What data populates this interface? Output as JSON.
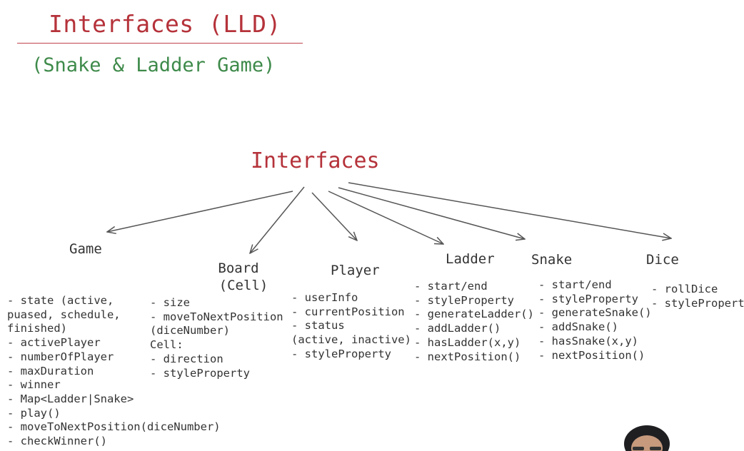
{
  "header": {
    "title": "Interfaces (LLD)",
    "subtitle": "(Snake & Ladder Game)"
  },
  "diagram": {
    "root": "Interfaces",
    "nodes": {
      "game": {
        "title": "Game",
        "items": [
          "- state (active,",
          "puased, schedule,",
          "finished)",
          "- activePlayer",
          "- numberOfPlayer",
          "- maxDuration",
          "- winner",
          "- Map<Ladder|Snake>",
          "- play()",
          "- moveToNextPosition(diceNumber)",
          "- checkWinner()"
        ]
      },
      "board": {
        "title": "Board",
        "subtitle": "(Cell)",
        "items": [
          "- size",
          "- moveToNextPosition",
          "(diceNumber)",
          "Cell:",
          "- direction",
          "- styleProperty"
        ]
      },
      "player": {
        "title": "Player",
        "items": [
          "- userInfo",
          "- currentPosition",
          "- status",
          "(active, inactive)",
          "- styleProperty"
        ]
      },
      "ladder": {
        "title": "Ladder",
        "items": [
          "- start/end",
          "- styleProperty",
          "- generateLadder()",
          "- addLadder()",
          "- hasLadder(x,y)",
          "- nextPosition()"
        ]
      },
      "snake": {
        "title": "Snake",
        "items": [
          "- start/end",
          "- styleProperty",
          "- generateSnake()",
          "- addSnake()",
          "- hasSnake(x,y)",
          "- nextPosition()"
        ]
      },
      "dice": {
        "title": "Dice",
        "items": [
          "- rollDice",
          "- styleProperty"
        ]
      }
    }
  },
  "colors": {
    "title": "#b5323a",
    "subtitle": "#3e8a4a",
    "text": "#333333",
    "arrow": "#555555"
  }
}
